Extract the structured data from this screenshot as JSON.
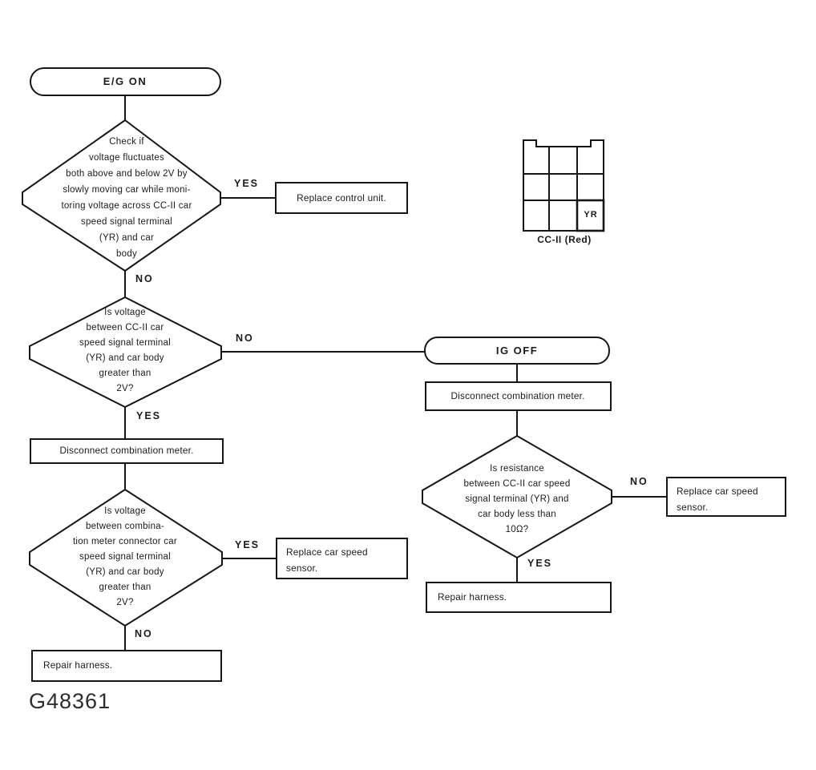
{
  "figure_id": "G48361",
  "flow": {
    "left": {
      "start": "E/G ON",
      "check1": "Check if\nvoltage fluctuates\nboth above and below 2V by\nslowly moving car while moni-\ntoring voltage across CC-II car\nspeed signal terminal\n(YR) and car\nbody",
      "check1_yes": "YES",
      "check1_yes_action": "Replace control unit.",
      "check1_no": "NO",
      "check2": "Is voltage\nbetween CC-II car\nspeed signal terminal\n(YR) and car body\ngreater than\n2V?",
      "check2_no": "NO",
      "check2_yes": "YES",
      "disconnect": "Disconnect combination meter.",
      "check3": "Is voltage\nbetween combina-\ntion meter connector car\nspeed signal terminal\n(YR) and car body\ngreater than\n2V?",
      "check3_yes": "YES",
      "check3_yes_action": "Replace car speed\nsensor.",
      "check3_no": "NO",
      "check3_no_action": "Repair harness."
    },
    "right": {
      "start": "IG OFF",
      "disconnect": "Disconnect combination meter.",
      "check4": "Is resistance\nbetween CC-II car speed\nsignal terminal (YR) and\ncar body less than\n10Ω?",
      "check4_no": "NO",
      "check4_no_action": "Replace car speed\nsensor.",
      "check4_yes": "YES",
      "check4_yes_action": "Repair harness."
    }
  },
  "connector_diagram": {
    "terminal_label": "YR",
    "caption": "CC-II (Red)"
  }
}
